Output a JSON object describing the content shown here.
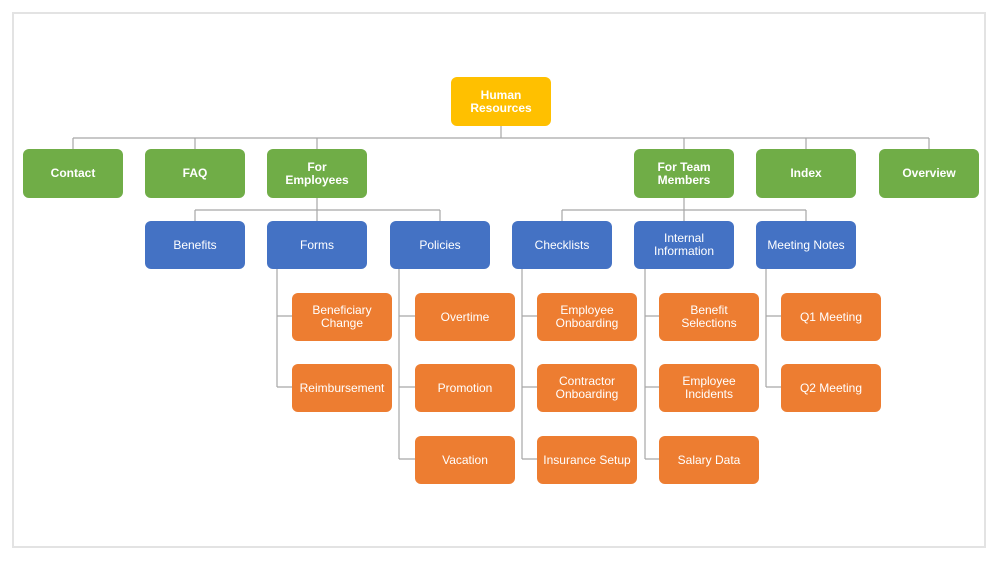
{
  "colors": {
    "root": "#ffc000",
    "level1": "#70ad47",
    "level2": "#4472c4",
    "level3": "#ed7d31",
    "connector": "#a6a6a6"
  },
  "root": {
    "label": "Human\nResources"
  },
  "level1": {
    "contact": "Contact",
    "faq": "FAQ",
    "for_employees": "For\nEmployees",
    "for_team_members": "For Team\nMembers",
    "index": "Index",
    "overview": "Overview"
  },
  "level2": {
    "benefits": "Benefits",
    "forms": "Forms",
    "policies": "Policies",
    "checklists": "Checklists",
    "internal_information": "Internal\nInformation",
    "meeting_notes": "Meeting Notes"
  },
  "level3": {
    "forms": [
      "Beneficiary\nChange",
      "Reimbursement"
    ],
    "policies": [
      "Overtime",
      "Promotion",
      "Vacation"
    ],
    "checklists": [
      "Employee\nOnboarding",
      "Contractor\nOnboarding",
      "Insurance Setup"
    ],
    "internal_information": [
      "Benefit Selections",
      "Employee\nIncidents",
      "Salary Data"
    ],
    "meeting_notes": [
      "Q1 Meeting",
      "Q2 Meeting"
    ]
  }
}
